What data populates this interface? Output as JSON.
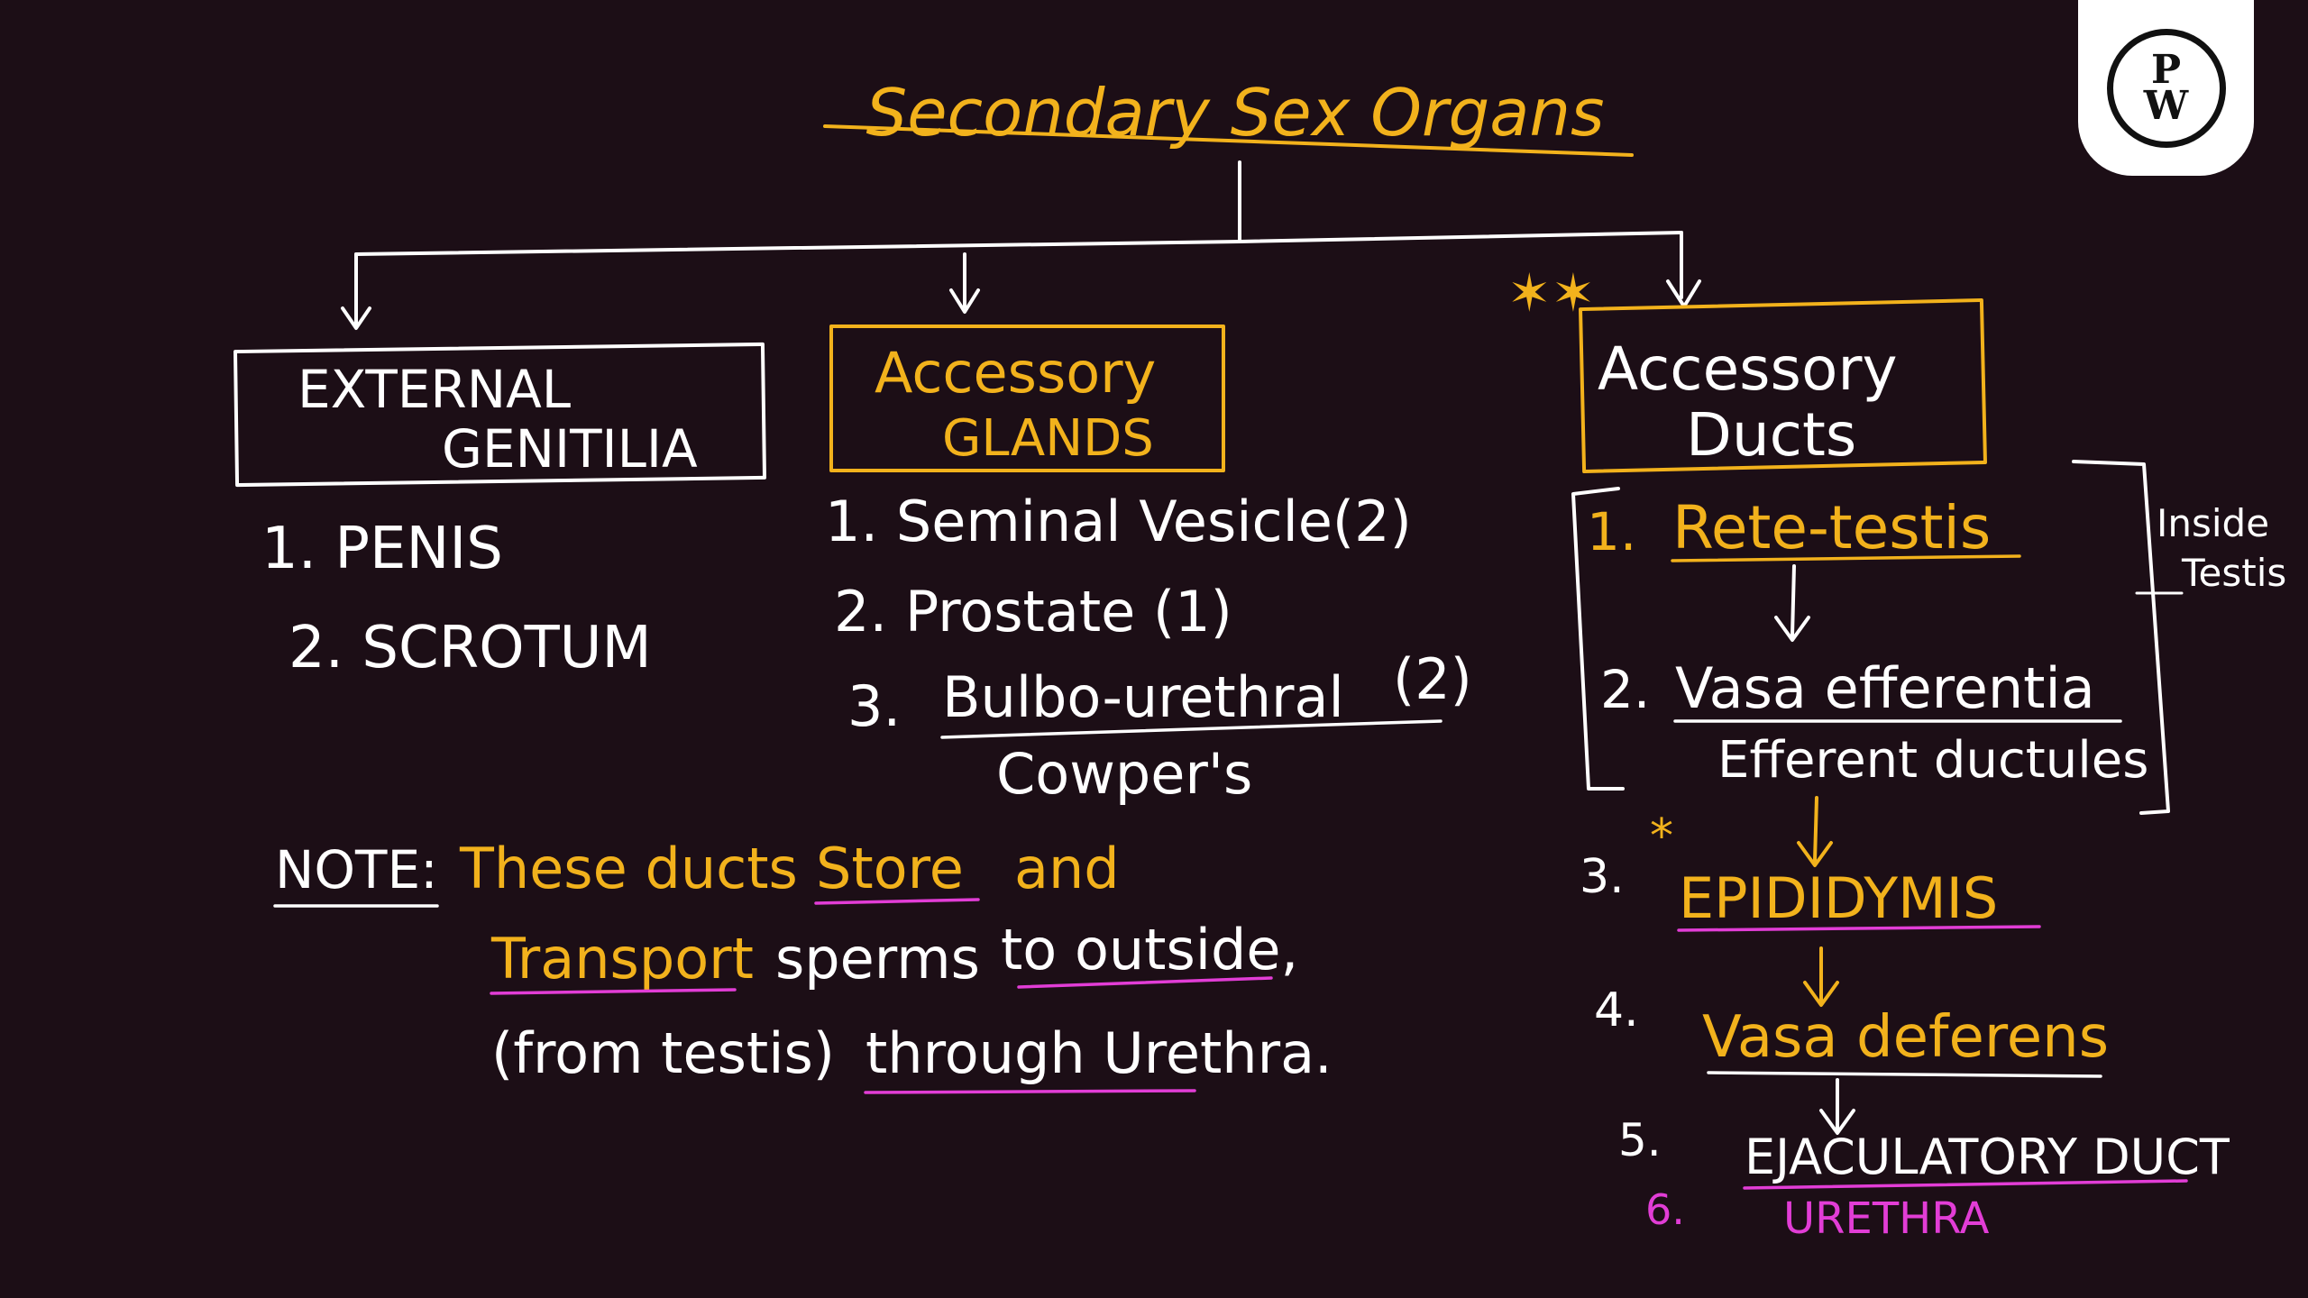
{
  "colors": {
    "background": "#1c0e16",
    "white_ink": "#ffffff",
    "yellow_ink": "#f2b21c",
    "magenta_ink": "#e23dd6"
  },
  "logo": {
    "letter_top": "P",
    "letter_bottom": "W"
  },
  "title": "Secondary Sex Organs",
  "stars": {
    "top_right": "✶✶",
    "epididymis": "*"
  },
  "external": {
    "heading_line1": "EXTERNAL",
    "heading_line2": "GENITILIA",
    "items": [
      "1. PENIS",
      "2. SCROTUM"
    ]
  },
  "glands": {
    "heading_line1": "Accessory",
    "heading_line2": "GLANDS",
    "items": [
      "1. Seminal Vesicle(2)",
      "2. Prostate (1)"
    ],
    "item3_number": "3.",
    "item3_text": "Bulbo-urethral",
    "item3_count": "(2)",
    "item3_alias": "Cowper's"
  },
  "ducts": {
    "heading_line1": "Accessory",
    "heading_line2": "Ducts",
    "item1_number": "1.",
    "item1_text": "Rete-testis",
    "item2_number": "2.",
    "item2_text": "Vasa efferentia",
    "item2_alias": "Efferent ductules",
    "inside_line1": "Inside",
    "inside_line2": "Testis",
    "item3_number": "3.",
    "item3_text": "EPIDIDYMIS",
    "item4_number": "4.",
    "item4_text": "Vasa deferens",
    "item5_number": "5.",
    "item5_text": "EJACULATORY DUCT",
    "item6_number": "6.",
    "item6_text": "URETHRA"
  },
  "note": {
    "label": "NOTE:",
    "l1_a": "These ducts",
    "l1_b": "Store",
    "l1_c": "and",
    "l2_a": "Transport",
    "l2_b": "sperms",
    "l2_c": "to outside,",
    "l3_a": "(from testis)",
    "l3_b": "through Urethra."
  }
}
